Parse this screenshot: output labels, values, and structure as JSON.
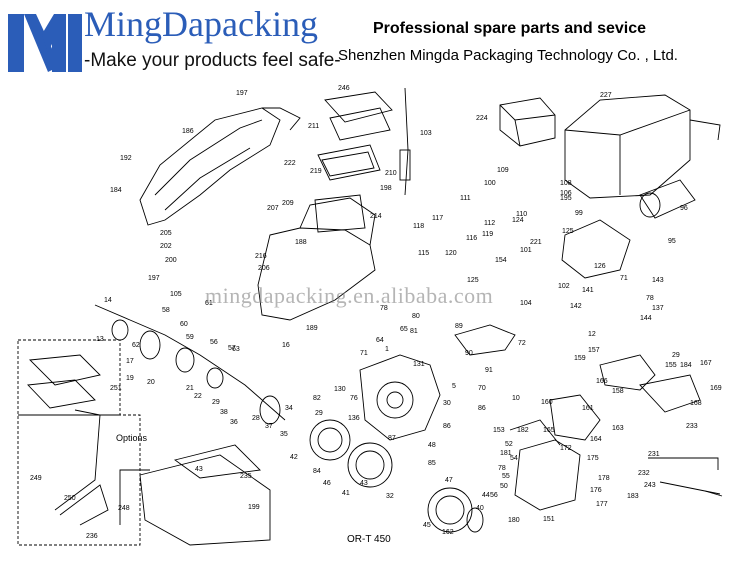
{
  "brand": {
    "name": "MingDapacking",
    "tagline": "-Make your products feel safe-",
    "logo_color": "#2b5db8"
  },
  "header": {
    "title": "Professional spare parts and sevice",
    "company": "Shenzhen Mingda Packaging Technology Co. , Ltd."
  },
  "watermark": "mingdapacking.en.alibaba.com",
  "model_label": "OR-T 450",
  "options_label": "Options",
  "part_numbers": [
    "197",
    "186",
    "192",
    "184",
    "222",
    "219",
    "209",
    "207",
    "205",
    "202",
    "200",
    "216",
    "206",
    "197",
    "105",
    "246",
    "211",
    "210",
    "198",
    "103",
    "214",
    "188",
    "189",
    "224",
    "227",
    "109",
    "100",
    "108",
    "106",
    "111",
    "110",
    "112",
    "117",
    "118",
    "116",
    "120",
    "115",
    "119",
    "124",
    "195",
    "125",
    "99",
    "96",
    "95",
    "101",
    "221",
    "154",
    "126",
    "125",
    "102",
    "104",
    "71",
    "143",
    "141",
    "78",
    "137",
    "142",
    "144",
    "12",
    "14",
    "13",
    "62",
    "61",
    "58",
    "60",
    "59",
    "56",
    "57",
    "63",
    "16",
    "17",
    "19",
    "20",
    "21",
    "22",
    "29",
    "38",
    "36",
    "37",
    "35",
    "28",
    "34",
    "82",
    "78",
    "80",
    "81",
    "65",
    "89",
    "72",
    "71",
    "64",
    "1",
    "131",
    "130",
    "76",
    "29",
    "136",
    "84",
    "10",
    "30",
    "5",
    "70",
    "86",
    "153",
    "182",
    "52",
    "54",
    "48",
    "86",
    "85",
    "87",
    "47",
    "55",
    "50",
    "56",
    "78",
    "181",
    "172",
    "175",
    "178",
    "176",
    "177",
    "183",
    "180",
    "151",
    "40",
    "44",
    "41",
    "43",
    "32",
    "42",
    "46",
    "45",
    "162",
    "160",
    "161",
    "163",
    "164",
    "165",
    "155",
    "158",
    "157",
    "159",
    "166",
    "168",
    "29",
    "184",
    "167",
    "169",
    "233",
    "231",
    "232",
    "243",
    "251",
    "249",
    "250",
    "248",
    "236",
    "43",
    "235",
    "199",
    "90",
    "91"
  ],
  "colors": {
    "brand_blue": "#2b5db8",
    "line_art": "#000000",
    "watermark": "#888888"
  }
}
